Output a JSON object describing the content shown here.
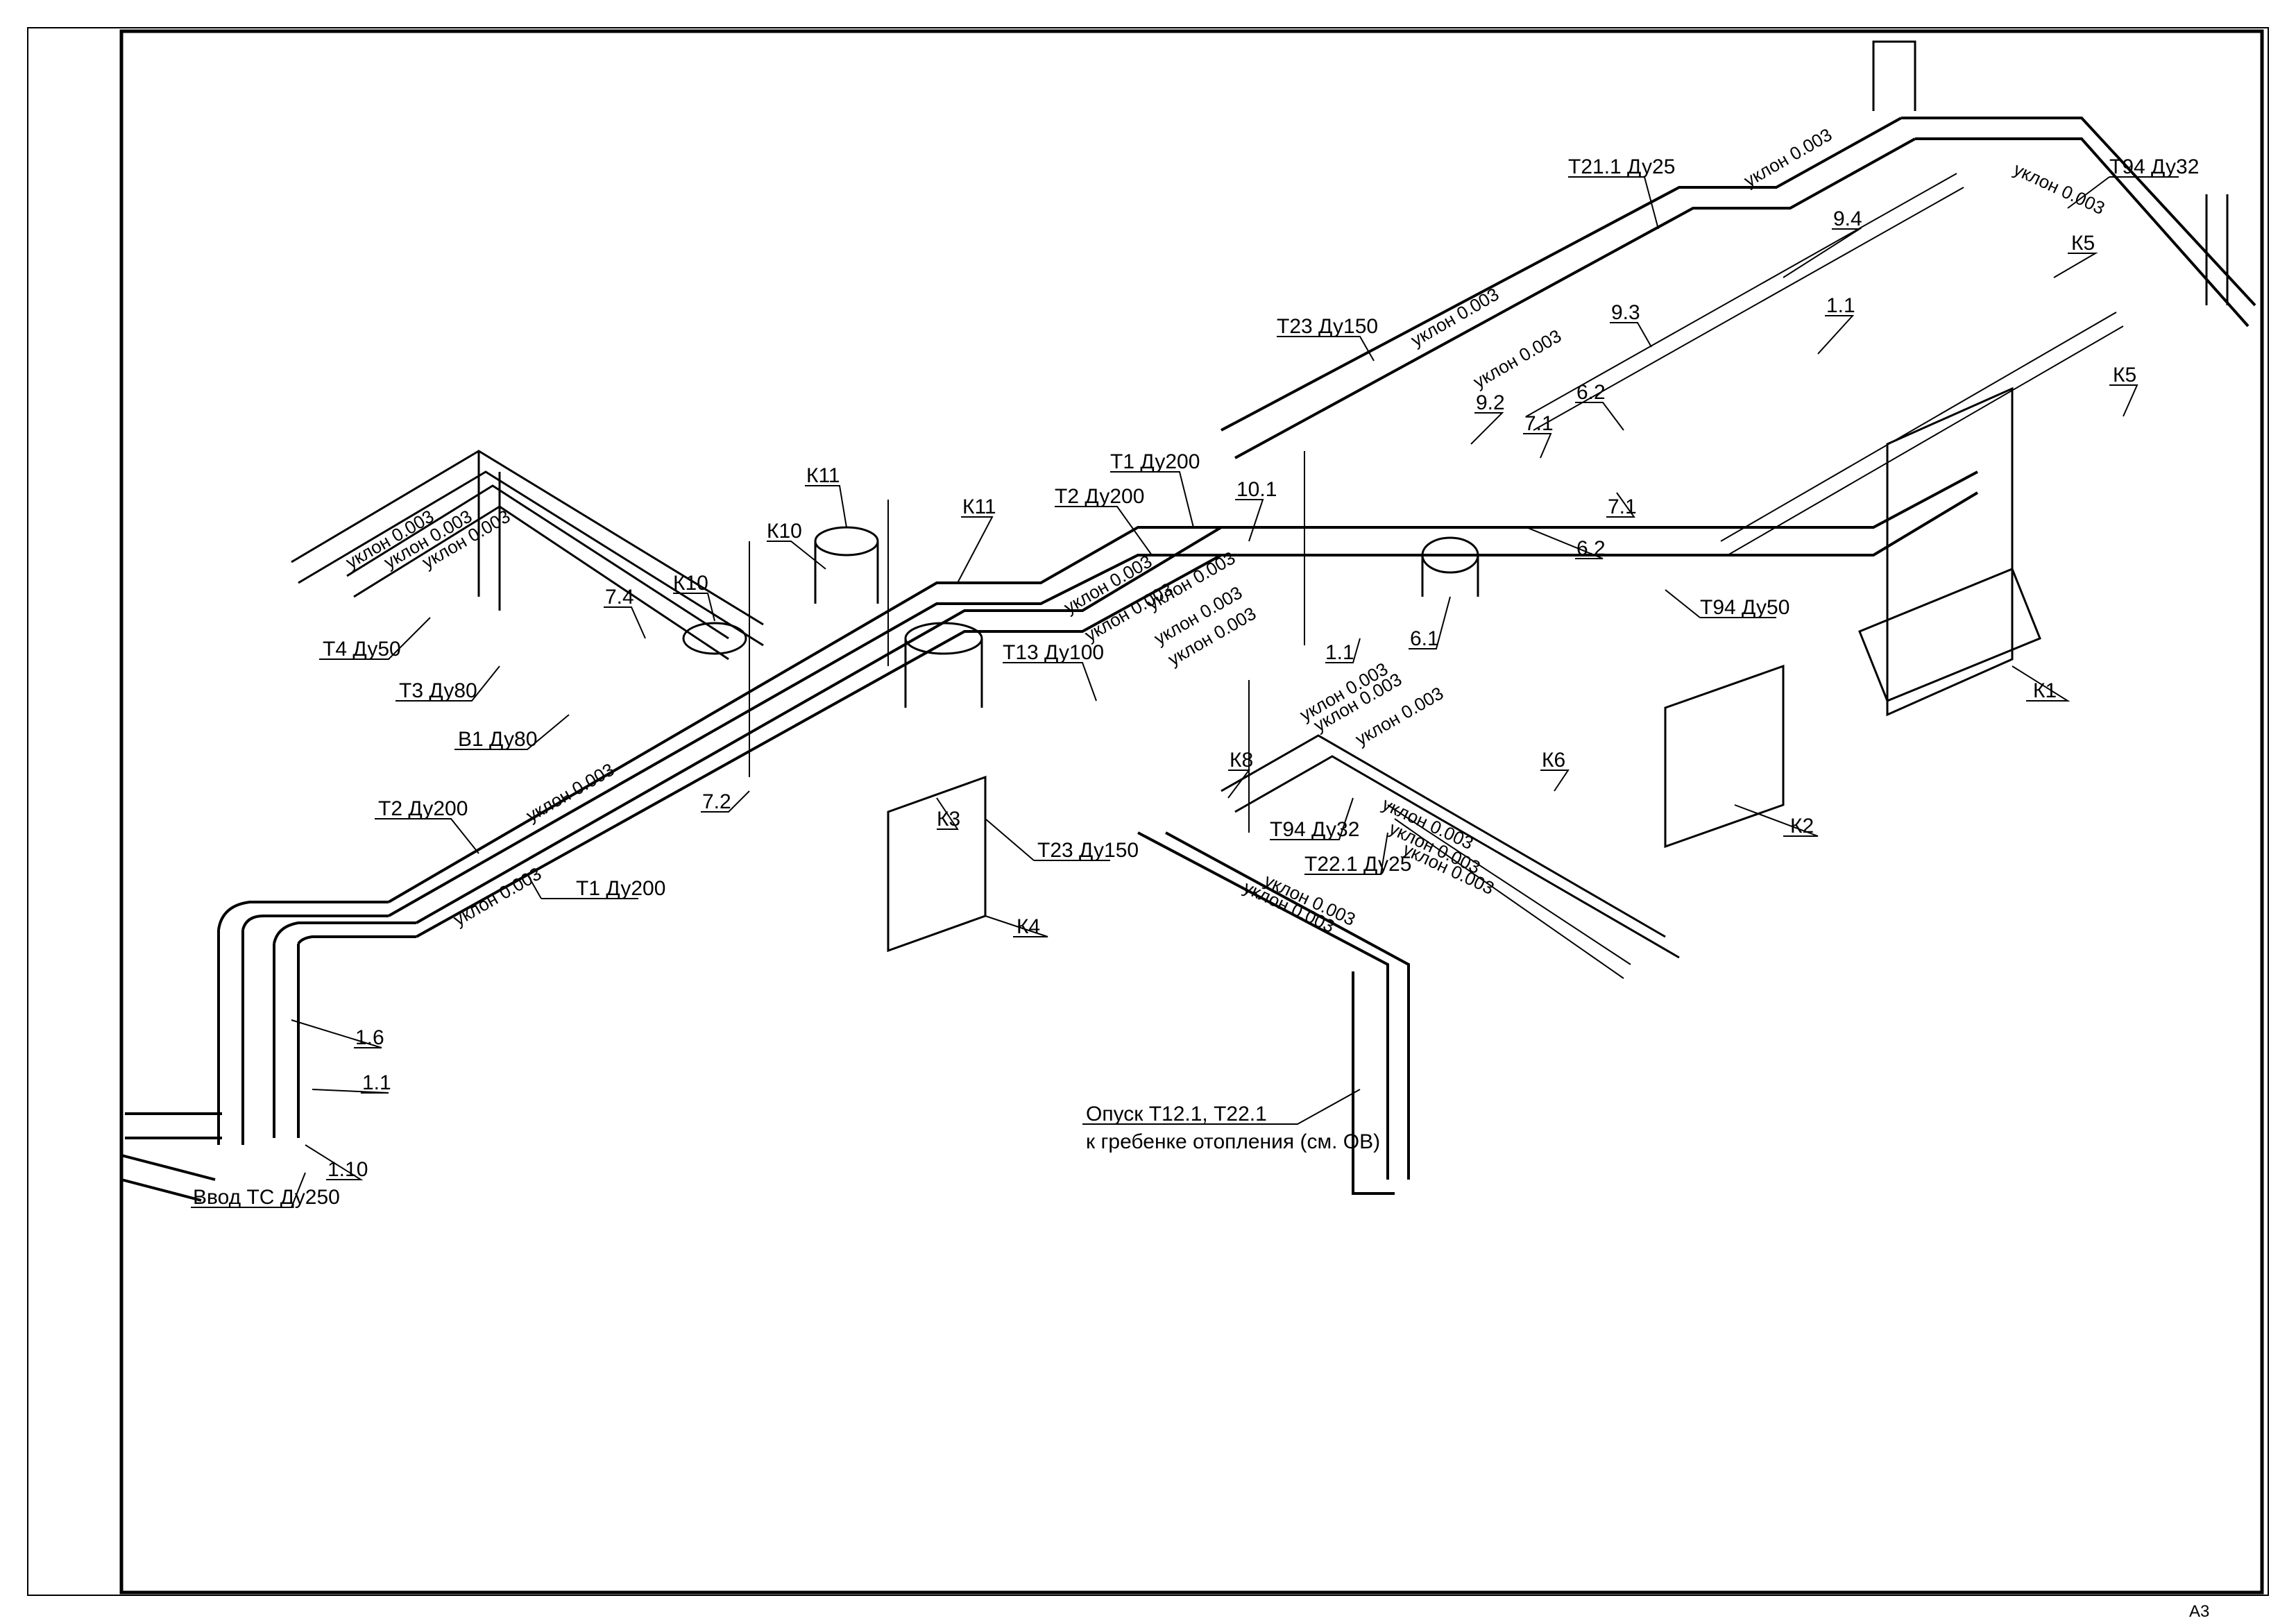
{
  "sheet_format": "А3",
  "labels": {
    "t1_dn200_a": "Т1 Ду200",
    "t2_dn200_a": "Т2 Ду200",
    "t1_dn200_b": "Т1 Ду200",
    "t2_dn200_b": "Т2 Ду200",
    "t3_dn80": "Т3 Ду80",
    "t4_dn50": "Т4 Ду50",
    "b1_dn80": "В1 Ду80",
    "t13_dn100": "Т13 Ду100",
    "t23_dn150_a": "Т23 Ду150",
    "t23_dn150_b": "Т23 Ду150",
    "t21_1_dn25": "Т21.1 Ду25",
    "t22_1_dn25": "Т22.1 Ду25",
    "t94_dn32_a": "Т94 Ду32",
    "t94_dn32_b": "Т94 Ду32",
    "t94_dn50": "Т94 Ду50",
    "inlet": "Ввод ТС Ду250",
    "descent_line1": "Опуск Т12.1, Т22.1",
    "descent_line2": "к гребенке отопления (см. ОВ)"
  },
  "slopes": {
    "s1": "уклон 0.003",
    "s2": "уклон 0.003",
    "s3": "уклон 0.003",
    "s4": "уклон 0.003",
    "s5": "уклон 0.003",
    "s6": "уклон 0.003",
    "s7": "уклон 0.003",
    "s8": "уклон 0.003",
    "s9": "уклон 0.003",
    "s10": "уклон 0.003",
    "s11": "уклон 0.003",
    "s12": "уклон 0.003",
    "s13": "уклон 0.003",
    "s14": "уклон 0.003",
    "s15": "уклон 0.003",
    "s16": "уклон 0.003",
    "s17": "уклон 0.003",
    "s18": "уклон 0.003",
    "s19": "уклон 0.003",
    "s20": "уклон 0.003",
    "s21": "уклон 0.003",
    "s22": "уклон 0.003"
  },
  "equipment": {
    "k1": "К1",
    "k2": "К2",
    "k3": "К3",
    "k4": "К4",
    "k5_a": "К5",
    "k5_b": "К5",
    "k6": "К6",
    "k8": "К8",
    "k10_a": "К10",
    "k10_b": "К10",
    "k11_a": "К11",
    "k11_b": "К11"
  },
  "positions": {
    "p1_1_a": "1.1",
    "p1_1_b": "1.1",
    "p1_1_c": "1.1",
    "p1_6": "1.6",
    "p1_10": "1.10",
    "p6_1": "6.1",
    "p6_2_a": "6.2",
    "p6_2_b": "6.2",
    "p7_1_a": "7.1",
    "p7_1_b": "7.1",
    "p7_2": "7.2",
    "p7_4": "7.4",
    "p9_2": "9.2",
    "p9_3": "9.3",
    "p9_4": "9.4",
    "p10_1": "10.1"
  }
}
